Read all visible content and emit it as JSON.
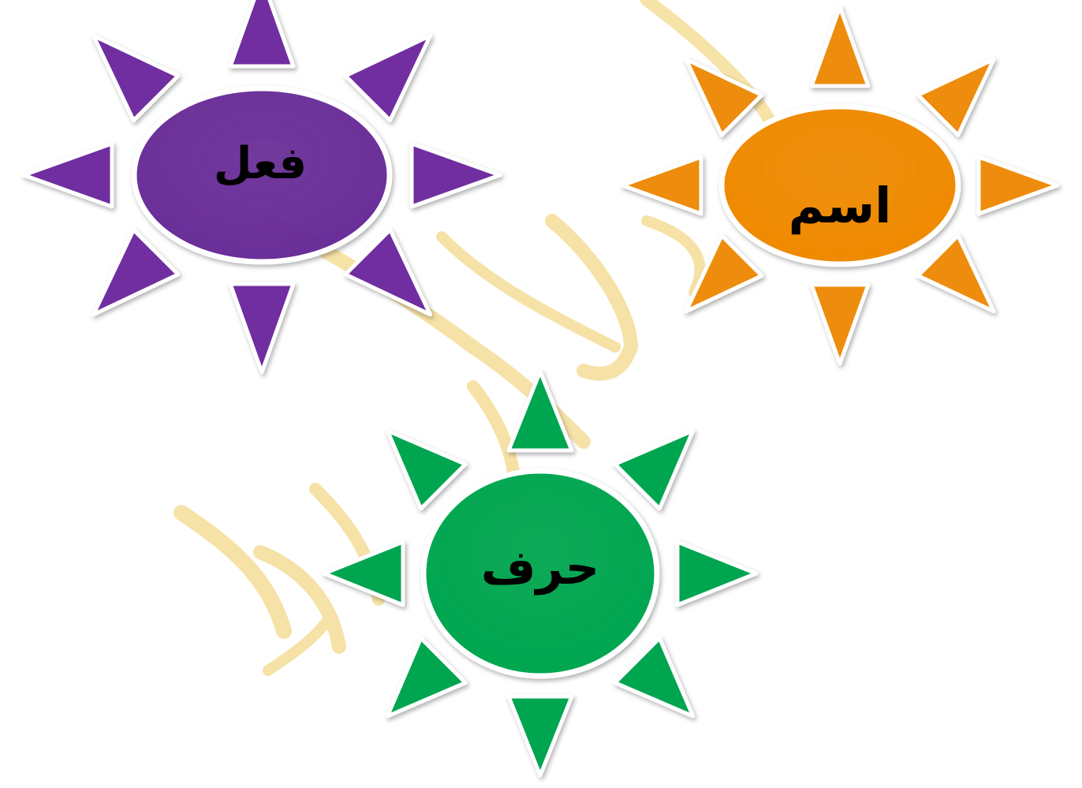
{
  "diagram": {
    "suns": [
      {
        "id": "verb",
        "label": "فعل",
        "color": "#6a2e99",
        "ray_color": "#6f2fa0"
      },
      {
        "id": "noun",
        "label": "اسم",
        "color": "#f08a00",
        "ray_color": "#ee8c0a"
      },
      {
        "id": "particle",
        "label": "حرف",
        "color": "#00a64f",
        "ray_color": "#00a550"
      }
    ],
    "watermark": {
      "color": "#f3d98a",
      "description_icon": "calligraphy-watermark"
    }
  }
}
